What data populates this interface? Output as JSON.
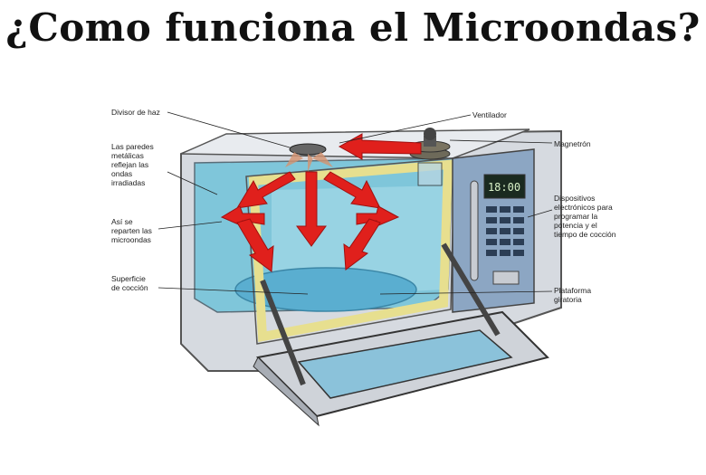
{
  "title": "¿Como funciona el Microondas?",
  "labels": {
    "beam_splitter": "Divisor de haz",
    "fan": "Ventilador",
    "magnetron": "Magnetrón",
    "walls": "Las paredes\nmetálicas\nreflejan las\nondas\nirradiadas",
    "distribution": "Así se\nreparten las\nmicroondas",
    "cooking_surface": "Superficie\nde cocción",
    "electronics": "Dispositivos\nelectrónicos para\nprogramar la\npotencia y el\ntiempo de cocción",
    "turntable": "Plataforma\ngiratoria"
  },
  "display": {
    "time": "18:00"
  },
  "colors": {
    "cavity": "#7fc6da",
    "arrow": "#e0201c",
    "body": "#d9dde3",
    "door_frame": "#efe9a6",
    "panel": "#8aa4c0"
  }
}
